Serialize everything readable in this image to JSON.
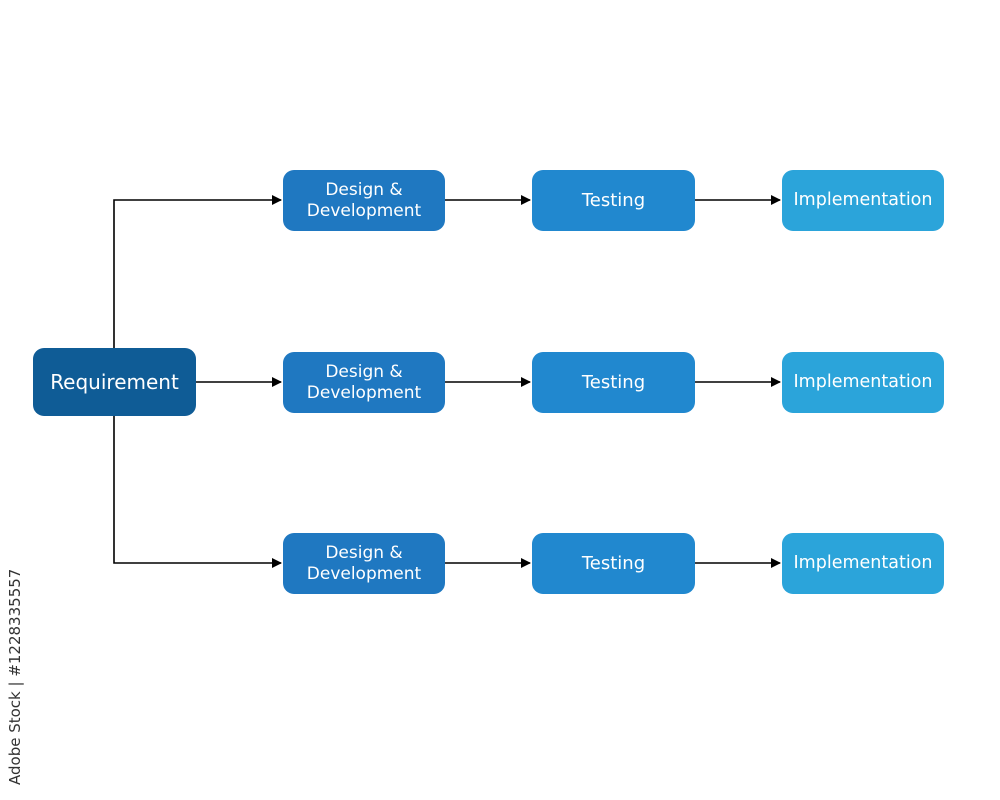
{
  "root": {
    "label": "Requirement"
  },
  "rows": [
    {
      "design": "Design & Development",
      "testing": "Testing",
      "implementation": "Implementation"
    },
    {
      "design": "Design & Development",
      "testing": "Testing",
      "implementation": "Implementation"
    },
    {
      "design": "Design & Development",
      "testing": "Testing",
      "implementation": "Implementation"
    }
  ],
  "colors": {
    "requirement": "#0f5c96",
    "design": "#1f78c1",
    "testing": "#2188cf",
    "implementation": "#2ba4da",
    "connector": "#000000"
  },
  "watermark": {
    "credit": "Adobe Stock | #1228335557"
  }
}
